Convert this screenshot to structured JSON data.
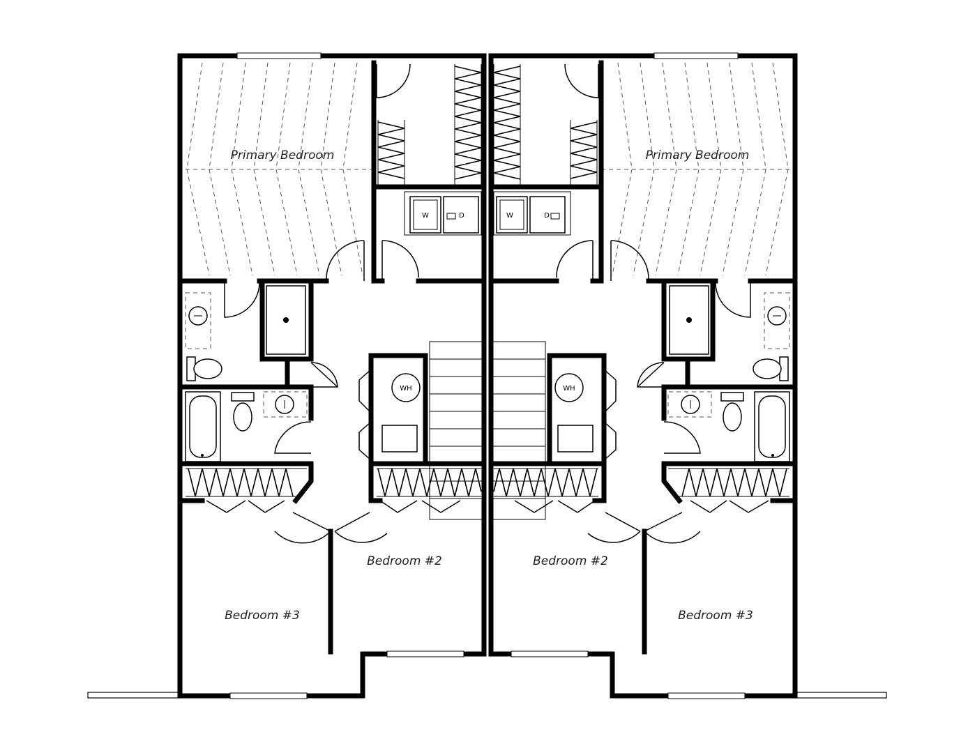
{
  "rooms": {
    "primary_left": "Primary Bedroom",
    "primary_right": "Primary Bedroom",
    "bed2_left": "Bedroom #2",
    "bed2_right": "Bedroom #2",
    "bed3_left": "Bedroom #3",
    "bed3_right": "Bedroom #3"
  },
  "fixtures": {
    "washer": "W",
    "dryer": "D",
    "water_heater": "WH"
  }
}
